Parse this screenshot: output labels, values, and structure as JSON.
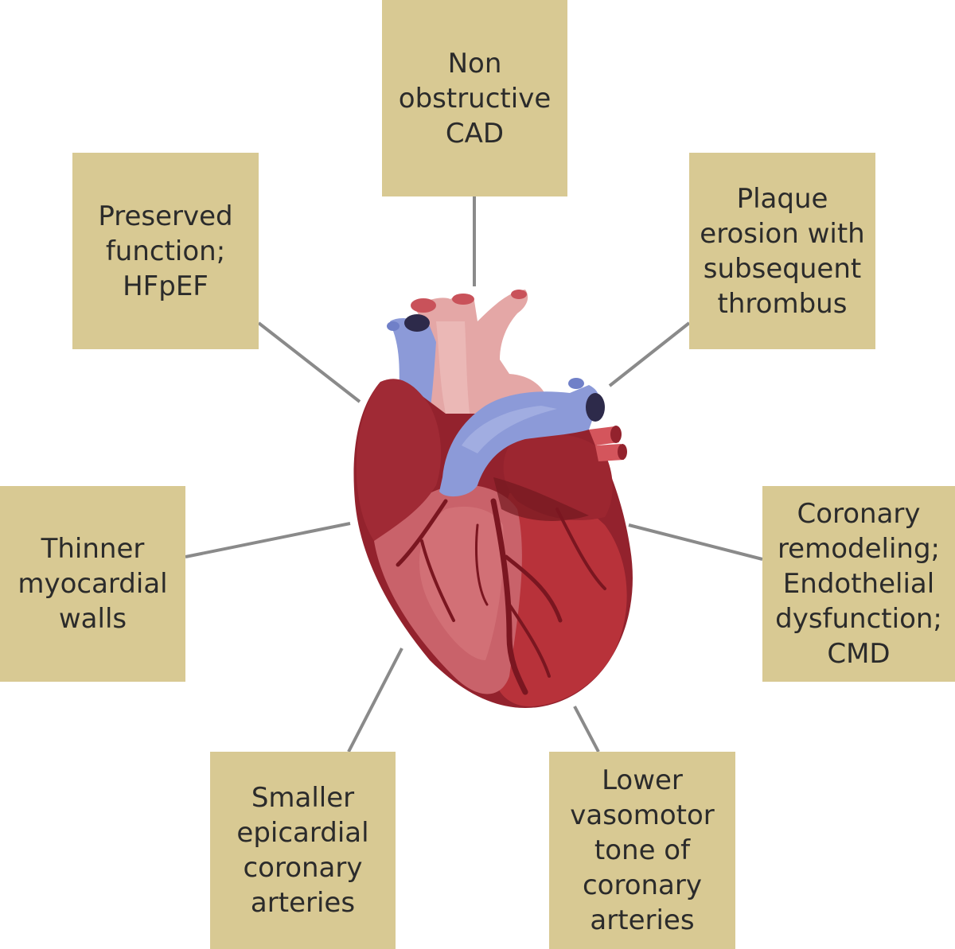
{
  "colors": {
    "box_fill": "#d8c993",
    "connector": "#8a8a8a",
    "text": "#2b2b2b",
    "heart_dark_red": "#93222d",
    "heart_red": "#c9525a",
    "heart_light_red": "#e69493",
    "vessel_pink": "#e4a7a6",
    "vein_blue": "#8c9ad8"
  },
  "diagram": {
    "center_image": "heart-illustration",
    "boxes": {
      "top": {
        "label": "Non\nobstructive\nCAD"
      },
      "upper_left": {
        "label": "Preserved\nfunction;\nHFpEF"
      },
      "upper_right": {
        "label": "Plaque\nerosion with\nsubsequent\nthrombus"
      },
      "mid_left": {
        "label": "Thinner\nmyocardial\nwalls"
      },
      "mid_right": {
        "label": "Coronary\nremodeling;\nEndothelial\ndysfunction;\nCMD"
      },
      "lower_left": {
        "label": "Smaller\nepicardial\ncoronary\narteries"
      },
      "lower_right": {
        "label": "Lower\nvasomotor\ntone of\ncoronary\narteries"
      }
    }
  }
}
